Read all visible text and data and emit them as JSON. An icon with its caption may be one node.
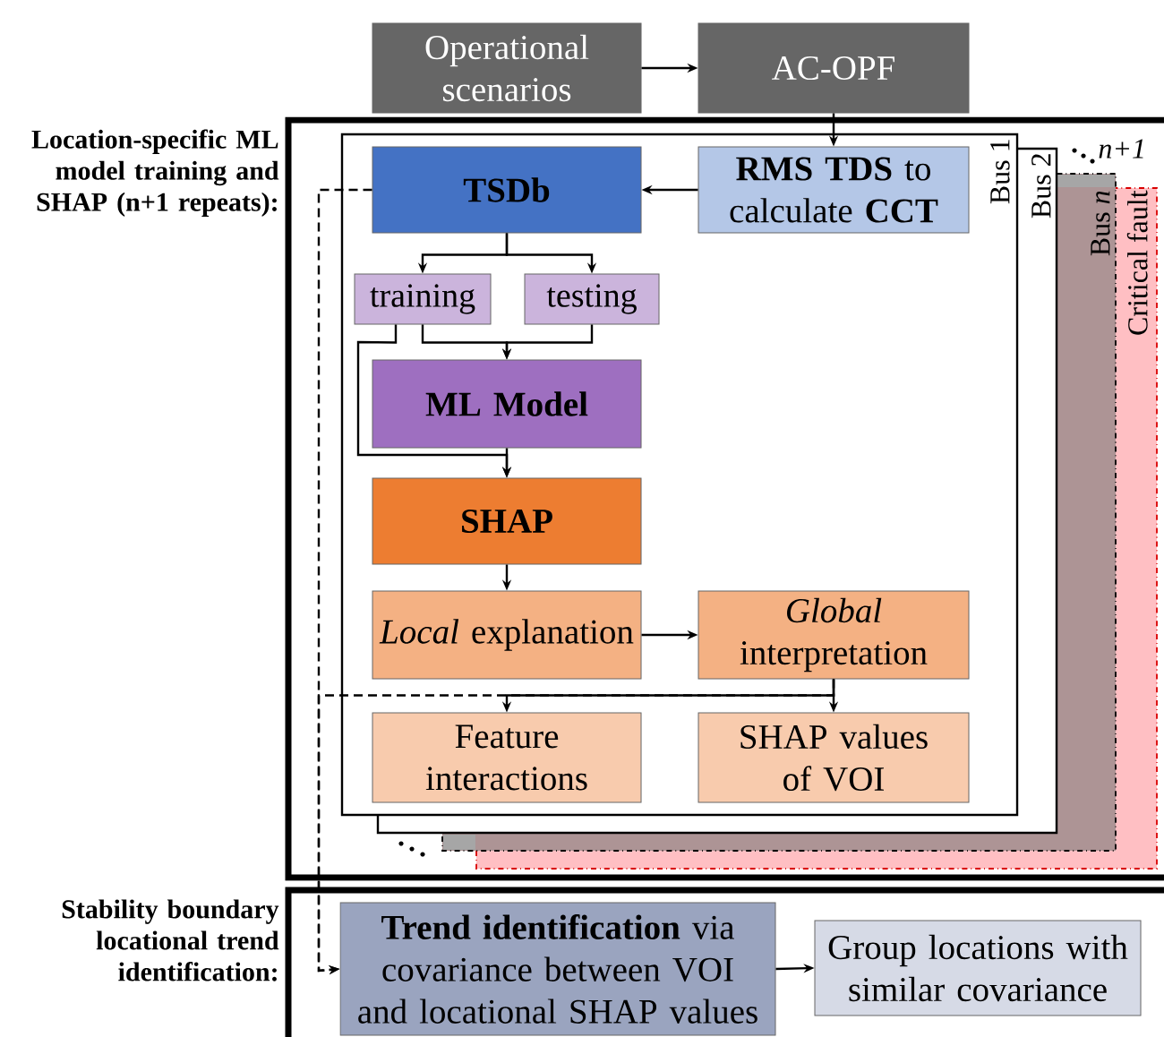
{
  "diagram": {
    "nodes": [
      {
        "text": [
          "Operational scenarios"
        ]
      },
      {
        "text": [
          "AC-OPF"
        ]
      },
      {
        "text": [
          "Location-specific ML model training and SHAP (n+1 repeats):"
        ]
      },
      {
        "text": [
          "**RMS TDS** to calculate **CCT**"
        ],
        "in": 2
      },
      {
        "text": [
          "TSDb"
        ],
        "in": 2
      },
      {
        "text": [
          "training"
        ],
        "in": 2
      },
      {
        "text": [
          "testing"
        ],
        "in": 2
      },
      {
        "text": [
          "ML Model"
        ],
        "in": 2
      },
      {
        "text": [
          "SHAP"
        ],
        "in": 2
      },
      {
        "text": [
          "*Local* explanation"
        ],
        "in": 2
      },
      {
        "text": [
          "*Global* interpretation"
        ],
        "in": 2
      },
      {
        "text": [
          "Feature interactions"
        ],
        "in": 2
      },
      {
        "text": [
          "SHAP values of VOI"
        ],
        "in": 2
      },
      {
        "text": [
          "Stability boundary locational trend identification:"
        ]
      },
      {
        "text": [
          "**Trend identification** via covariance between VOI and locational SHAP values"
        ],
        "in": 13
      },
      {
        "text": [
          "Group locations with similar covariance"
        ],
        "in": 13
      }
    ],
    "edges": [
      {
        "from": 0,
        "to": 1,
        "arrow": "to"
      },
      {
        "from": 1,
        "to": 3,
        "arrow": "to"
      },
      {
        "from": 3,
        "to": 4,
        "arrow": "to"
      },
      {
        "from": 4,
        "to": 5,
        "arrow": "to"
      },
      {
        "from": 4,
        "to": 6,
        "arrow": "to"
      },
      {
        "from": 5,
        "to": 7,
        "arrow": "to"
      },
      {
        "from": 6,
        "to": 7,
        "arrow": "to"
      },
      {
        "from": 5,
        "to": 8,
        "arrow": "to"
      },
      {
        "from": 7,
        "to": 8,
        "arrow": "to"
      },
      {
        "from": 8,
        "to": 9,
        "arrow": "to"
      },
      {
        "from": 9,
        "to": 10,
        "arrow": "to"
      },
      {
        "from": 10,
        "to": 11,
        "arrow": "to"
      },
      {
        "from": 10,
        "to": 12,
        "arrow": "to"
      },
      {
        "from": 4,
        "to": 14,
        "arrow": "to",
        "style": "dashed"
      },
      {
        "from": 10,
        "to": 14,
        "arrow": "to",
        "style": "dashed"
      },
      {
        "from": 14,
        "to": 15,
        "arrow": "to"
      }
    ],
    "labels": [
      "Bus 1",
      "Bus 2",
      "n+1",
      "Bus *n*",
      "Critical fault"
    ]
  }
}
